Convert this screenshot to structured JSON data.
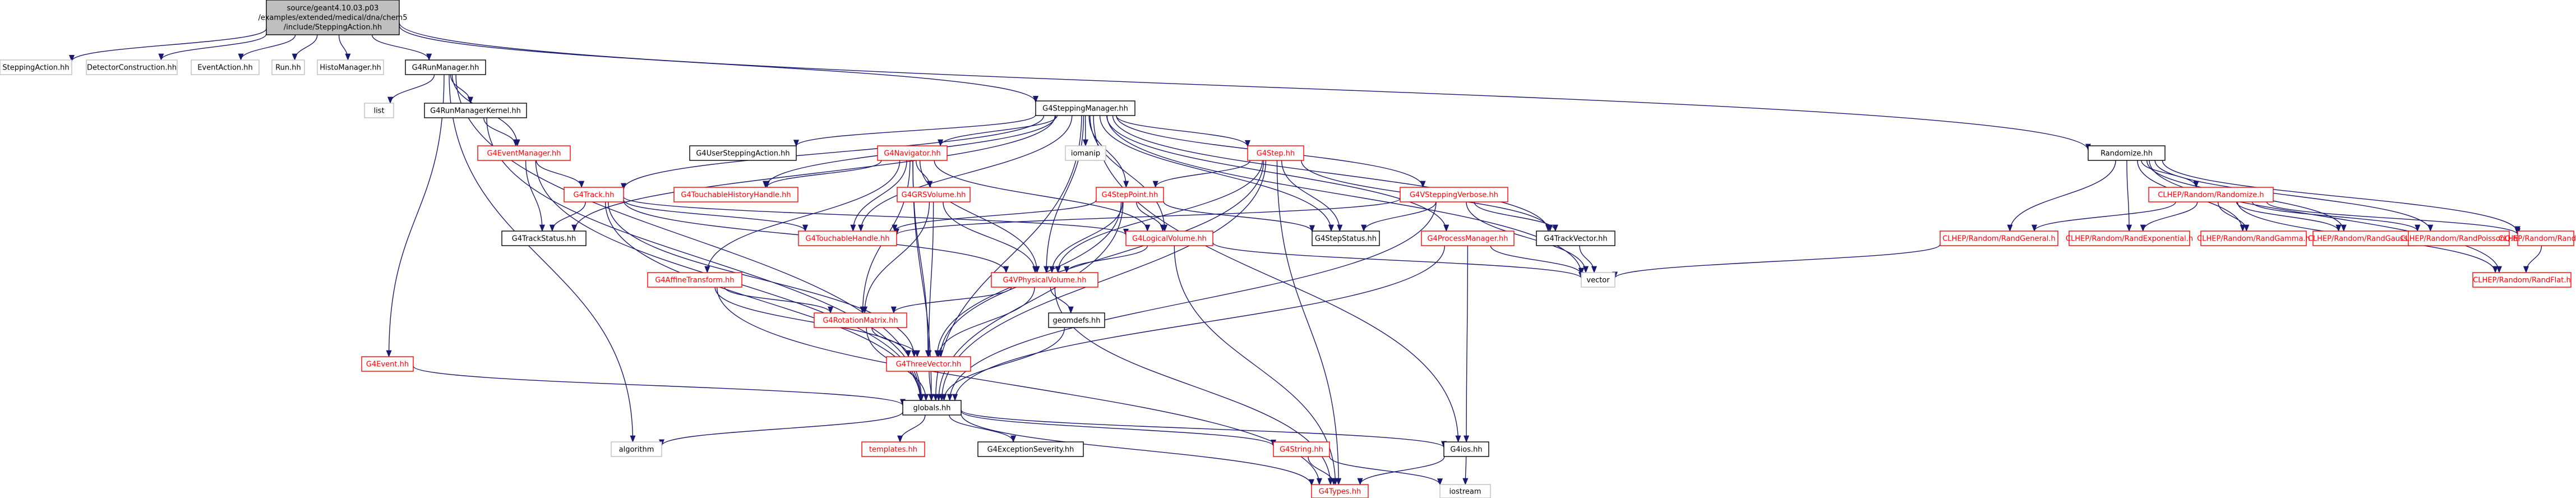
{
  "colors": {
    "root_fill": "#bfbfbf",
    "node_stroke_black": "#000000",
    "node_stroke_gray": "#bfbfbf",
    "node_stroke_red": "#ff0000",
    "text_red": "#ff0000",
    "edge": "#191970"
  },
  "root": {
    "lines": [
      "source/geant4.10.03.p03",
      "/examples/extended/medical/dna/chem5",
      "/include/SteppingAction.hh"
    ]
  },
  "nodes": [
    {
      "id": "SteppingAction",
      "label": "SteppingAction.hh",
      "style": "gray"
    },
    {
      "id": "DetectorConstruction",
      "label": "DetectorConstruction.hh",
      "style": "gray"
    },
    {
      "id": "EventAction",
      "label": "EventAction.hh",
      "style": "gray"
    },
    {
      "id": "Run",
      "label": "Run.hh",
      "style": "gray"
    },
    {
      "id": "HistoManager",
      "label": "HistoManager.hh",
      "style": "gray"
    },
    {
      "id": "G4RunManager",
      "label": "G4RunManager.hh",
      "style": "black"
    },
    {
      "id": "list",
      "label": "list",
      "style": "gray"
    },
    {
      "id": "G4RunManagerKernel",
      "label": "G4RunManagerKernel.hh",
      "style": "black"
    },
    {
      "id": "G4EventManager",
      "label": "G4EventManager.hh",
      "style": "red"
    },
    {
      "id": "G4SteppingManager",
      "label": "G4SteppingManager.hh",
      "style": "black"
    },
    {
      "id": "G4UserSteppingAction",
      "label": "G4UserSteppingAction.hh",
      "style": "black"
    },
    {
      "id": "G4Navigator",
      "label": "G4Navigator.hh",
      "style": "red"
    },
    {
      "id": "G4Step",
      "label": "G4Step.hh",
      "style": "red"
    },
    {
      "id": "iomanip",
      "label": "iomanip",
      "style": "gray"
    },
    {
      "id": "G4TouchableHistoryHandle",
      "label": "G4TouchableHistoryHandle.hh",
      "style": "red"
    },
    {
      "id": "G4Track",
      "label": "G4Track.hh",
      "style": "red"
    },
    {
      "id": "G4GRSVolume",
      "label": "G4GRSVolume.hh",
      "style": "red"
    },
    {
      "id": "G4StepPoint",
      "label": "G4StepPoint.hh",
      "style": "red"
    },
    {
      "id": "G4VSteppingVerbose",
      "label": "G4VSteppingVerbose.hh",
      "style": "red"
    },
    {
      "id": "G4ProcessManager",
      "label": "G4ProcessManager.hh",
      "style": "red"
    },
    {
      "id": "G4TrackStatus",
      "label": "G4TrackStatus.hh",
      "style": "black"
    },
    {
      "id": "G4TouchableHandle",
      "label": "G4TouchableHandle.hh",
      "style": "red"
    },
    {
      "id": "G4LogicalVolume",
      "label": "G4LogicalVolume.hh",
      "style": "red"
    },
    {
      "id": "G4StepStatus",
      "label": "G4StepStatus.hh",
      "style": "black"
    },
    {
      "id": "G4TrackVector",
      "label": "G4TrackVector.hh",
      "style": "black"
    },
    {
      "id": "vector",
      "label": "vector",
      "style": "gray"
    },
    {
      "id": "G4AffineTransform",
      "label": "G4AffineTransform.hh",
      "style": "red"
    },
    {
      "id": "G4VPhysicalVolume",
      "label": "G4VPhysicalVolume.hh",
      "style": "red"
    },
    {
      "id": "G4RotationMatrix",
      "label": "G4RotationMatrix.hh",
      "style": "red"
    },
    {
      "id": "geomdefs",
      "label": "geomdefs.hh",
      "style": "black"
    },
    {
      "id": "G4Event",
      "label": "G4Event.hh",
      "style": "red"
    },
    {
      "id": "G4ThreeVector",
      "label": "G4ThreeVector.hh",
      "style": "red"
    },
    {
      "id": "globals",
      "label": "globals.hh",
      "style": "black"
    },
    {
      "id": "algorithm",
      "label": "algorithm",
      "style": "gray"
    },
    {
      "id": "templates",
      "label": "templates.hh",
      "style": "red"
    },
    {
      "id": "G4ExceptionSeverity",
      "label": "G4ExceptionSeverity.hh",
      "style": "black"
    },
    {
      "id": "G4String",
      "label": "G4String.hh",
      "style": "red"
    },
    {
      "id": "G4ios",
      "label": "G4ios.hh",
      "style": "black"
    },
    {
      "id": "G4Types",
      "label": "G4Types.hh",
      "style": "red"
    },
    {
      "id": "iostream",
      "label": "iostream",
      "style": "gray"
    },
    {
      "id": "Randomize",
      "label": "Randomize.hh",
      "style": "black"
    },
    {
      "id": "CLHEP_Randomize",
      "label": "CLHEP/Random/Randomize.h",
      "style": "red"
    },
    {
      "id": "RandGeneral",
      "label": "CLHEP/Random/RandGeneral.h",
      "style": "red"
    },
    {
      "id": "RandExponential",
      "label": "CLHEP/Random/RandExponential.h",
      "style": "red"
    },
    {
      "id": "RandGamma",
      "label": "CLHEP/Random/RandGamma.h",
      "style": "red"
    },
    {
      "id": "RandGaussQ",
      "label": "CLHEP/Random/RandGaussQ.h",
      "style": "red"
    },
    {
      "id": "RandPoissonQ",
      "label": "CLHEP/Random/RandPoissonQ.h",
      "style": "red"
    },
    {
      "id": "RandBit",
      "label": "CLHEP/Random/RandBit.h",
      "style": "red"
    },
    {
      "id": "RandFlat",
      "label": "CLHEP/Random/RandFlat.h",
      "style": "red"
    }
  ],
  "edges": [
    [
      "root",
      "SteppingAction"
    ],
    [
      "root",
      "DetectorConstruction"
    ],
    [
      "root",
      "EventAction"
    ],
    [
      "root",
      "Run"
    ],
    [
      "root",
      "HistoManager"
    ],
    [
      "root",
      "G4RunManager"
    ],
    [
      "root",
      "G4SteppingManager"
    ],
    [
      "root",
      "Randomize"
    ],
    [
      "G4RunManager",
      "list"
    ],
    [
      "G4RunManager",
      "G4RunManagerKernel"
    ],
    [
      "G4RunManager",
      "G4EventManager"
    ],
    [
      "G4RunManager",
      "G4Event"
    ],
    [
      "G4RunManager",
      "globals"
    ],
    [
      "G4RunManager",
      "algorithm"
    ],
    [
      "G4RunManagerKernel",
      "G4EventManager"
    ],
    [
      "G4RunManagerKernel",
      "globals"
    ],
    [
      "G4EventManager",
      "G4Track"
    ],
    [
      "G4EventManager",
      "G4TrackStatus"
    ],
    [
      "G4EventManager",
      "globals"
    ],
    [
      "G4SteppingManager",
      "G4UserSteppingAction"
    ],
    [
      "G4SteppingManager",
      "G4Navigator"
    ],
    [
      "G4SteppingManager",
      "G4Step"
    ],
    [
      "G4SteppingManager",
      "iomanip"
    ],
    [
      "G4SteppingManager",
      "G4TouchableHistoryHandle"
    ],
    [
      "G4SteppingManager",
      "G4Track"
    ],
    [
      "G4SteppingManager",
      "G4StepPoint"
    ],
    [
      "G4SteppingManager",
      "G4VSteppingVerbose"
    ],
    [
      "G4SteppingManager",
      "G4ProcessManager"
    ],
    [
      "G4SteppingManager",
      "G4TrackStatus"
    ],
    [
      "G4SteppingManager",
      "G4TouchableHandle"
    ],
    [
      "G4SteppingManager",
      "G4LogicalVolume"
    ],
    [
      "G4SteppingManager",
      "G4StepStatus"
    ],
    [
      "G4SteppingManager",
      "G4TrackVector"
    ],
    [
      "G4SteppingManager",
      "vector"
    ],
    [
      "G4SteppingManager",
      "G4VPhysicalVolume"
    ],
    [
      "G4SteppingManager",
      "globals"
    ],
    [
      "G4SteppingManager",
      "G4ios"
    ],
    [
      "G4Navigator",
      "G4GRSVolume"
    ],
    [
      "G4Navigator",
      "G4TouchableHandle"
    ],
    [
      "G4Navigator",
      "G4LogicalVolume"
    ],
    [
      "G4Navigator",
      "G4AffineTransform"
    ],
    [
      "G4Navigator",
      "G4VPhysicalVolume"
    ],
    [
      "G4Navigator",
      "G4RotationMatrix"
    ],
    [
      "G4Navigator",
      "G4ThreeVector"
    ],
    [
      "G4Navigator",
      "globals"
    ],
    [
      "G4Navigator",
      "G4TouchableHistoryHandle"
    ],
    [
      "G4Step",
      "G4StepPoint"
    ],
    [
      "G4Step",
      "G4TrackVector"
    ],
    [
      "G4Step",
      "G4StepStatus"
    ],
    [
      "G4Step",
      "G4ThreeVector"
    ],
    [
      "G4Step",
      "globals"
    ],
    [
      "G4Step",
      "G4VPhysicalVolume"
    ],
    [
      "G4Step",
      "G4Types"
    ],
    [
      "G4Track",
      "G4TrackStatus"
    ],
    [
      "G4Track",
      "G4TouchableHandle"
    ],
    [
      "G4Track",
      "G4LogicalVolume"
    ],
    [
      "G4Track",
      "G4VPhysicalVolume"
    ],
    [
      "G4Track",
      "G4ThreeVector"
    ],
    [
      "G4Track",
      "globals"
    ],
    [
      "G4GRSVolume",
      "G4VPhysicalVolume"
    ],
    [
      "G4GRSVolume",
      "G4RotationMatrix"
    ],
    [
      "G4GRSVolume",
      "G4ThreeVector"
    ],
    [
      "G4StepPoint",
      "G4ThreeVector"
    ],
    [
      "G4StepPoint",
      "G4StepStatus"
    ],
    [
      "G4StepPoint",
      "G4TouchableHandle"
    ],
    [
      "G4StepPoint",
      "G4VPhysicalVolume"
    ],
    [
      "G4StepPoint",
      "G4LogicalVolume"
    ],
    [
      "G4StepPoint",
      "globals"
    ],
    [
      "G4VSteppingVerbose",
      "G4TrackVector"
    ],
    [
      "G4VSteppingVerbose",
      "G4StepStatus"
    ],
    [
      "G4VSteppingVerbose",
      "vector"
    ],
    [
      "G4VSteppingVerbose",
      "globals"
    ],
    [
      "G4VSteppingVerbose",
      "G4TouchableHandle"
    ],
    [
      "G4ProcessManager",
      "G4ios"
    ],
    [
      "G4ProcessManager",
      "globals"
    ],
    [
      "G4ProcessManager",
      "vector"
    ],
    [
      "G4LogicalVolume",
      "G4VPhysicalVolume"
    ],
    [
      "G4LogicalVolume",
      "vector"
    ],
    [
      "G4LogicalVolume",
      "G4Types"
    ],
    [
      "G4TrackVector",
      "vector"
    ],
    [
      "G4AffineTransform",
      "G4RotationMatrix"
    ],
    [
      "G4AffineTransform",
      "G4ThreeVector"
    ],
    [
      "G4AffineTransform",
      "G4Types"
    ],
    [
      "G4VPhysicalVolume",
      "geomdefs"
    ],
    [
      "G4VPhysicalVolume",
      "G4RotationMatrix"
    ],
    [
      "G4VPhysicalVolume",
      "G4ThreeVector"
    ],
    [
      "G4VPhysicalVolume",
      "G4Types"
    ],
    [
      "G4RotationMatrix",
      "G4ThreeVector"
    ],
    [
      "G4RotationMatrix",
      "globals"
    ],
    [
      "geomdefs",
      "globals"
    ],
    [
      "G4Event",
      "globals"
    ],
    [
      "G4ThreeVector",
      "globals"
    ],
    [
      "globals",
      "algorithm"
    ],
    [
      "globals",
      "templates"
    ],
    [
      "globals",
      "G4ExceptionSeverity"
    ],
    [
      "globals",
      "G4String"
    ],
    [
      "globals",
      "G4ios"
    ],
    [
      "globals",
      "G4Types"
    ],
    [
      "G4String",
      "G4Types"
    ],
    [
      "G4String",
      "iostream"
    ],
    [
      "G4ios",
      "G4Types"
    ],
    [
      "G4ios",
      "iostream"
    ],
    [
      "Randomize",
      "CLHEP_Randomize"
    ],
    [
      "Randomize",
      "RandGeneral"
    ],
    [
      "Randomize",
      "RandExponential"
    ],
    [
      "Randomize",
      "RandGamma"
    ],
    [
      "Randomize",
      "RandGaussQ"
    ],
    [
      "Randomize",
      "RandPoissonQ"
    ],
    [
      "Randomize",
      "RandBit"
    ],
    [
      "Randomize",
      "RandFlat"
    ],
    [
      "CLHEP_Randomize",
      "RandGeneral"
    ],
    [
      "CLHEP_Randomize",
      "RandExponential"
    ],
    [
      "CLHEP_Randomize",
      "RandGamma"
    ],
    [
      "CLHEP_Randomize",
      "RandGaussQ"
    ],
    [
      "CLHEP_Randomize",
      "RandPoissonQ"
    ],
    [
      "CLHEP_Randomize",
      "RandBit"
    ],
    [
      "CLHEP_Randomize",
      "RandFlat"
    ],
    [
      "RandGeneral",
      "vector"
    ],
    [
      "RandBit",
      "RandFlat"
    ]
  ]
}
